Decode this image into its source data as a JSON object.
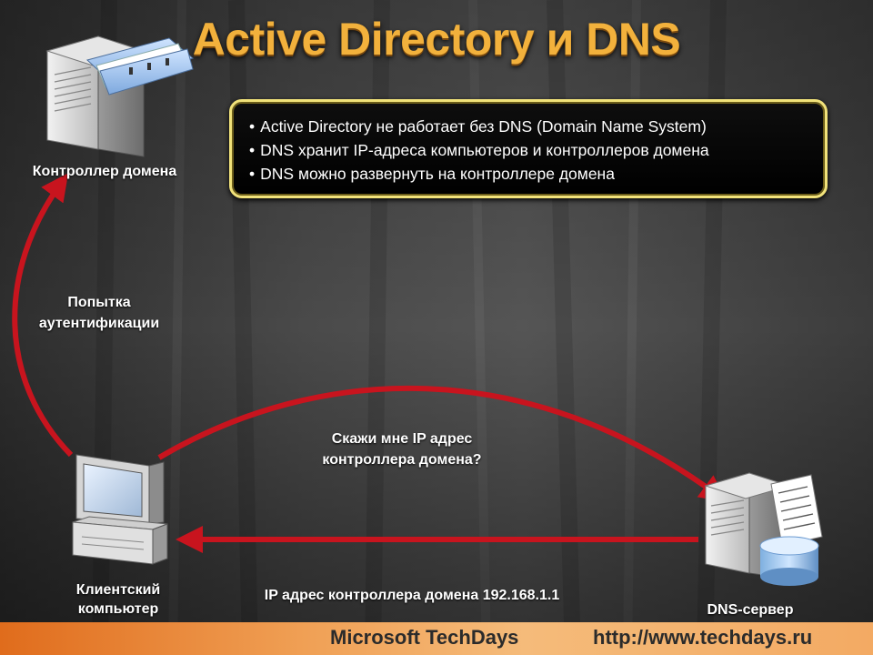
{
  "title": "Active Directory и DNS",
  "info": {
    "items": [
      "Active Directory не работает без DNS (Domain Name System)",
      "DNS хранит IP-адреса компьютеров и контроллеров домена",
      "DNS можно развернуть на контроллере домена"
    ]
  },
  "nodes": {
    "domain_controller": "Контроллер домена",
    "client_line1": "Клиентский",
    "client_line2": "компьютер",
    "dns_server": "DNS-сервер"
  },
  "arrows": {
    "auth_line1": "Попытка",
    "auth_line2": "аутентификации",
    "query_line1": "Скажи мне IP адрес",
    "query_line2": "контроллера домена?",
    "reply": "IP адрес контроллера домена 192.168.1.1"
  },
  "footer": {
    "brand": "Microsoft TechDays",
    "url": "http://www.techdays.ru"
  },
  "colors": {
    "title": "#f2b13c",
    "arrow": "#c8141e",
    "box_border": "#f1e27a",
    "footer": "#f0a055"
  },
  "icons": [
    "server-directory-icon",
    "client-computer-icon",
    "dns-server-icon"
  ]
}
